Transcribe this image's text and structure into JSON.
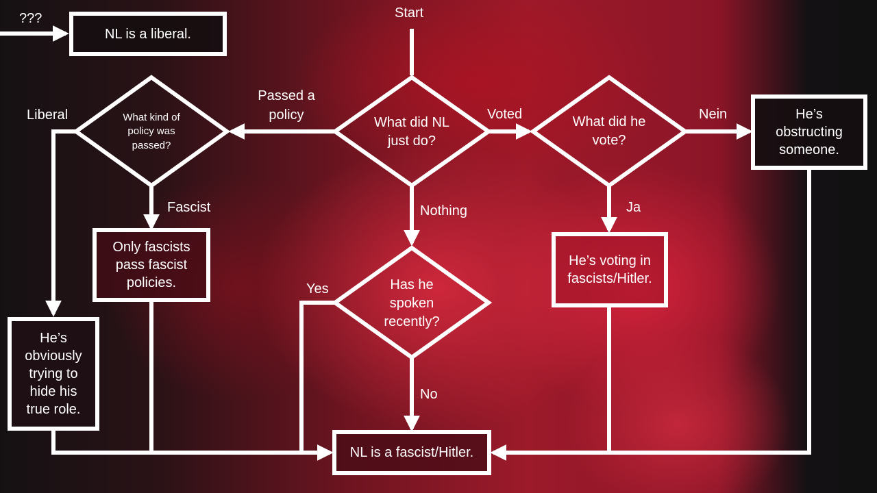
{
  "flowchart": {
    "start_label": "Start",
    "unknown_entry_label": "???",
    "nodes": {
      "liberal_result": "NL is a liberal.",
      "q_what_did": "What did NL just do?",
      "q_policy_kind": "What kind of policy was passed?",
      "q_vote": "What did he vote?",
      "q_spoken": "Has he spoken recently?",
      "obstructing": "He’s obstructing someone.",
      "only_fascists": "Only fascists pass fascist policies.",
      "hiding_role": "He’s obviously trying to hide his true role.",
      "voting_in": "He’s voting in fascists/Hitler.",
      "fascist_result": "NL is a fascist/Hitler."
    },
    "edges": {
      "passed_policy": "Passed a policy",
      "voted": "Voted",
      "nothing": "Nothing",
      "liberal": "Liberal",
      "fascist": "Fascist",
      "nein": "Nein",
      "ja": "Ja",
      "yes": "Yes",
      "no": "No"
    },
    "colors": {
      "line": "#ffffff",
      "background_accent": "#9c1a2a",
      "box_dark": "#160e10"
    }
  }
}
